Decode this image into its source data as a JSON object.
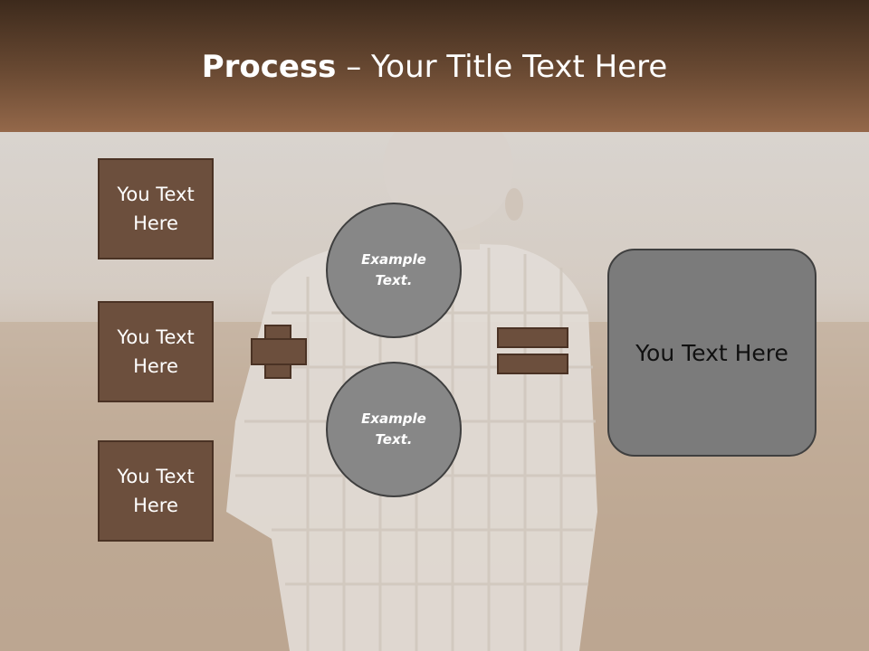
{
  "header": {
    "title_bold": "Process",
    "title_rest": " – Your Title Text Here"
  },
  "inputs": [
    {
      "label": "You Text Here"
    },
    {
      "label": "You Text Here"
    },
    {
      "label": "You Text Here"
    }
  ],
  "circles": [
    {
      "label": "Example Text."
    },
    {
      "label": "Example Text."
    }
  ],
  "result": {
    "label": "You Text Here"
  },
  "colors": {
    "box_fill": "#6c4f3d",
    "circle_fill": "#878787",
    "result_fill": "#7b7b7b",
    "header_top": "#3d2a1c",
    "header_bottom": "#94684a"
  },
  "icons": {
    "plus": "plus-icon",
    "equals": "equals-icon"
  }
}
